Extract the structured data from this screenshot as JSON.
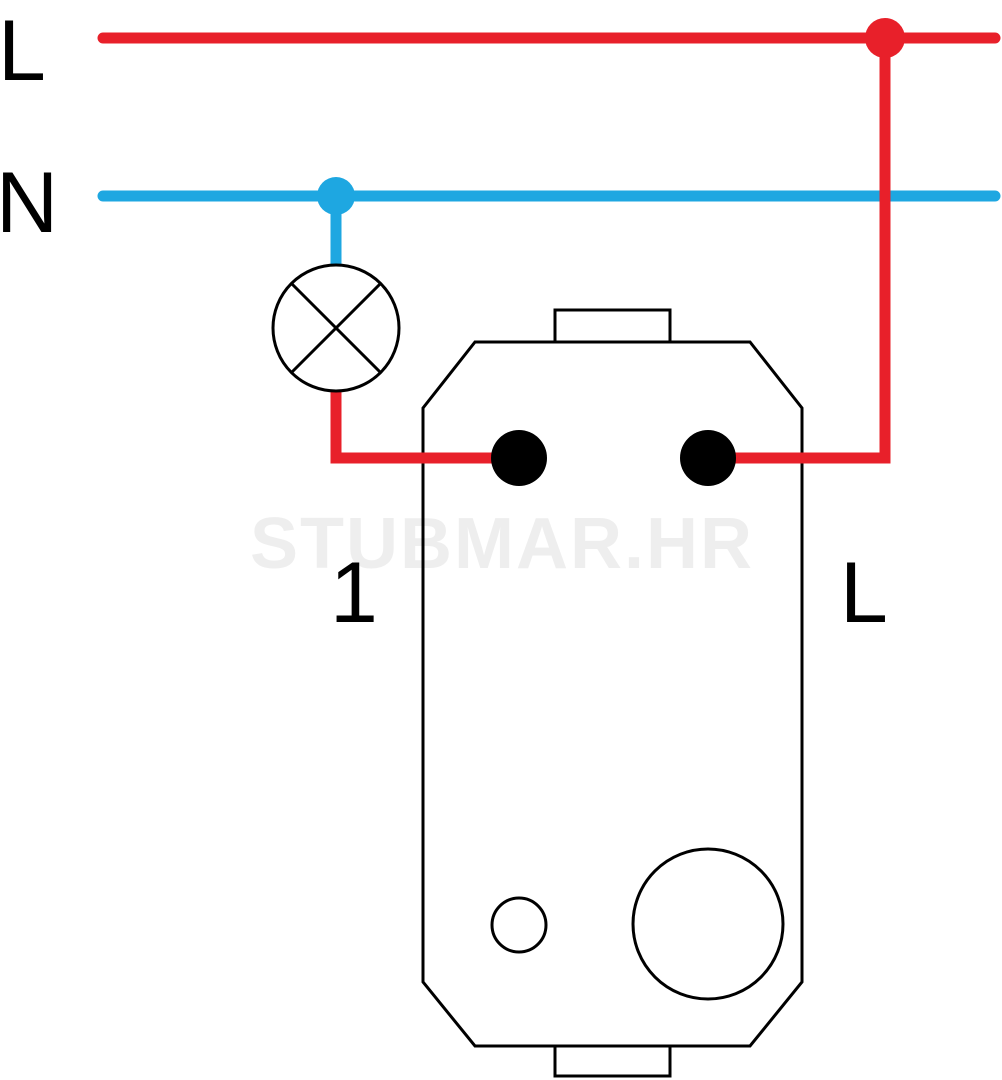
{
  "labels": {
    "line_supply": "L",
    "neutral_supply": "N",
    "terminal_one": "1",
    "terminal_line": "L"
  },
  "watermark": "STUBMAR.HR",
  "colors": {
    "live_wire": "#e8202a",
    "neutral_wire": "#1ea7e1",
    "outline": "#000000",
    "terminal": "#000000",
    "background": "#ffffff",
    "watermark": "#eeeeee"
  },
  "icons": {
    "lamp": "lamp-icon",
    "switch": "switch-icon"
  }
}
